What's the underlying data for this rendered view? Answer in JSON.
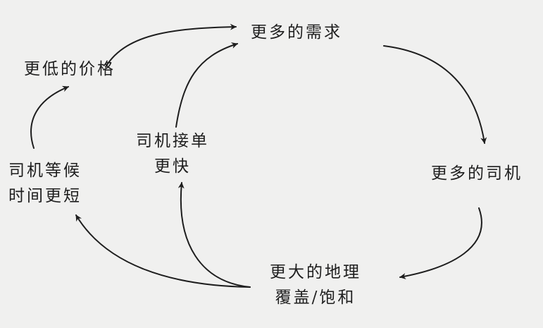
{
  "nodes": {
    "more_demand": "更多的需求",
    "lower_price": "更低的价格",
    "more_drivers": "更多的司机",
    "faster_pickup": {
      "line1": "司机接单",
      "line2": "更快"
    },
    "less_wait": {
      "line1": "司机等候",
      "line2": "时间更短"
    },
    "coverage": {
      "line1": "更大的地理",
      "line2": "覆盖/饱和"
    }
  },
  "colors": {
    "background": "#f0f0ef",
    "ink": "#1e1e1e"
  }
}
